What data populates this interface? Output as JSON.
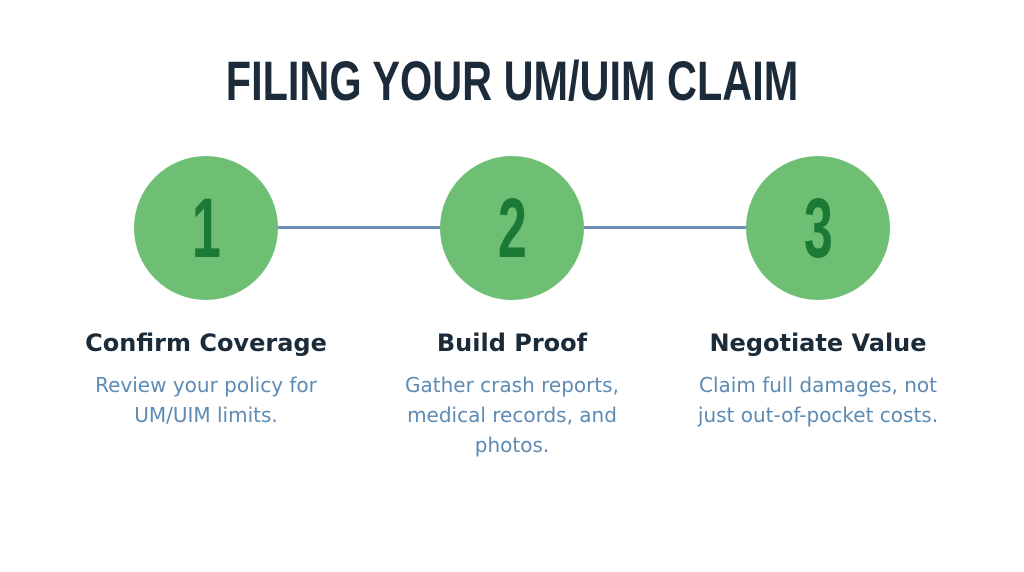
{
  "title": "FILING YOUR UM/UIM CLAIM",
  "colors": {
    "title": "#1c2b3a",
    "circle_fill": "#6ebf73",
    "number": "#1a7a35",
    "connector": "#6b8fb3",
    "heading": "#1c2b3a",
    "description": "#5d8bb4"
  },
  "steps": [
    {
      "number": "1",
      "heading": "Confirm Coverage",
      "description": "Review your policy for UM/UIM limits."
    },
    {
      "number": "2",
      "heading": "Build Proof",
      "description": "Gather crash reports, medical records, and photos."
    },
    {
      "number": "3",
      "heading": "Negotiate Value",
      "description": "Claim full damages, not just out-of-pocket costs."
    }
  ]
}
